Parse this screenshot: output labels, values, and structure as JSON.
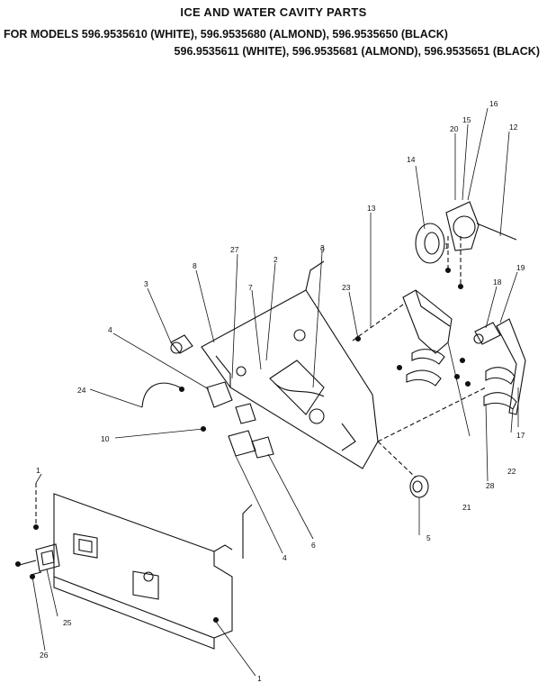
{
  "title": "ICE AND WATER CAVITY PARTS",
  "models_line_1": "FOR MODELS 596.9535610 (WHITE), 596.9535680 (ALMOND), 596.9535650 (BLACK)",
  "models_line_2": "596.9535611 (WHITE), 596.9535681 (ALMOND), 596.9535651 (BLACK)",
  "callouts": [
    "1",
    "2",
    "3",
    "3",
    "4",
    "4",
    "5",
    "6",
    "7",
    "8",
    "9",
    "10",
    "12",
    "13",
    "14",
    "15",
    "16",
    "17",
    "18",
    "19",
    "20",
    "21",
    "22",
    "23",
    "24",
    "25",
    "26",
    "27",
    "28",
    "1",
    "1"
  ]
}
